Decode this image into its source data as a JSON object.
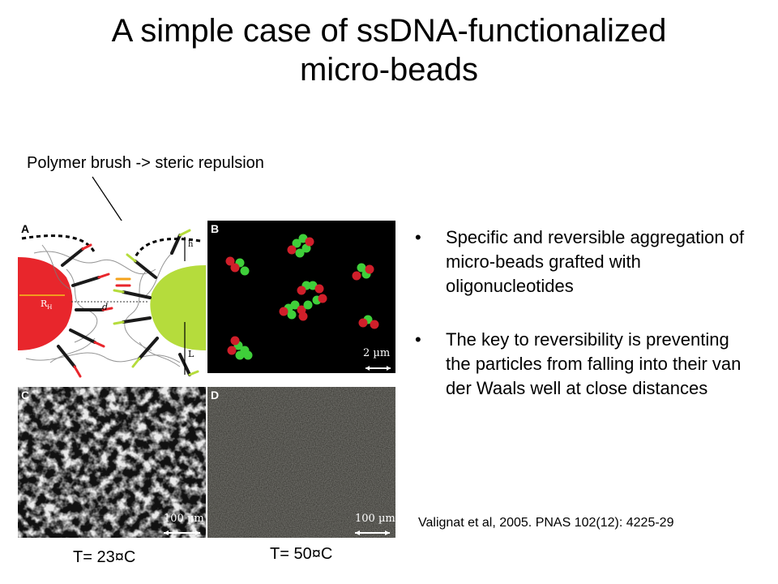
{
  "slide": {
    "title": "A simple case of ssDNA-functionalized\nmicro-beads",
    "callout": "Polymer brush -> steric repulsion",
    "bullets": [
      "Specific and reversible aggregation of micro-beads grafted with oligonucleotides",
      "The key to reversibility is preventing the particles from falling into their van der Waals well at close distances"
    ],
    "bullet_glyph": "•",
    "citation": "Valignat et al, 2005. PNAS 102(12): 4225-29",
    "temperature_left": "T= 23¤C",
    "temperature_right": "T= 50¤C"
  },
  "figure": {
    "panel_a": {
      "letter": "A",
      "label_radius": "R",
      "label_radius_sub": "H",
      "label_distance": "d",
      "label_length": "L",
      "label_h": "h"
    },
    "panel_b": {
      "letter": "B",
      "scale": "2 µm"
    },
    "panel_c": {
      "letter": "C",
      "scale": "100 µm"
    },
    "panel_d": {
      "letter": "D",
      "scale": "100 µm"
    },
    "colors": {
      "bead_red": "#e8262c",
      "bead_green": "#b5dc3c",
      "fluor_green": "#3fcf3a",
      "fluor_red": "#d01f2a"
    }
  }
}
